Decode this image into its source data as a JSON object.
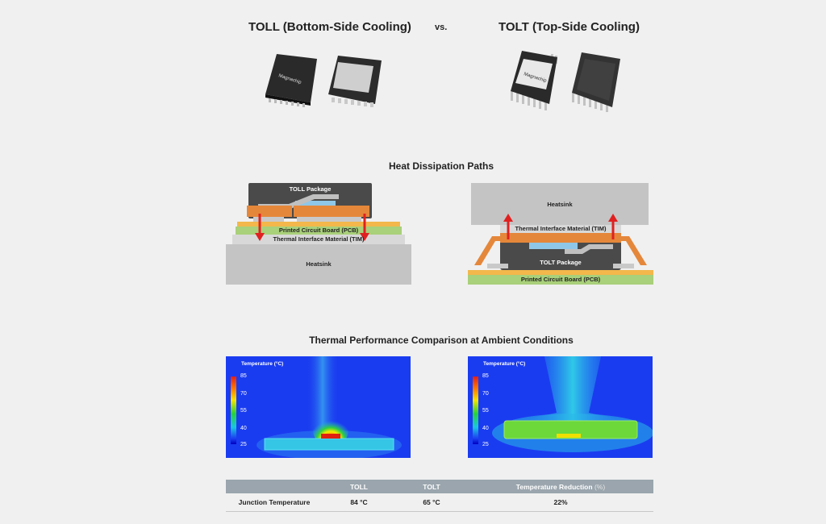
{
  "header": {
    "toll_title": "TOLL (Bottom-Side Cooling)",
    "vs": "vs.",
    "tolt_title": "TOLT (Top-Side Cooling)",
    "chip_brand": "Magnachip"
  },
  "heat_paths": {
    "title": "Heat Dissipation Paths",
    "toll": {
      "package": "TOLL Package",
      "pcb": "Printed Circuit Board (PCB)",
      "tim": "Thermal Interface Material (TIM)",
      "heatsink": "Heatsink"
    },
    "tolt": {
      "heatsink": "Heatsink",
      "tim": "Thermal Interface Material (TIM)",
      "package": "TOLT Package",
      "pcb": "Printed Circuit Board (PCB)"
    }
  },
  "thermal": {
    "title": "Thermal Performance Comparison at Ambient Conditions",
    "legend_title": "Temperature (°C)",
    "ticks": [
      "85",
      "70",
      "55",
      "40",
      "25"
    ]
  },
  "table": {
    "headers": [
      "",
      "TOLL",
      "TOLT",
      "Temperature Reduction",
      "(%)"
    ],
    "row_label": "Junction Temperature",
    "toll": "84 °C",
    "tolt": "65 °C",
    "reduction": "22%"
  }
}
